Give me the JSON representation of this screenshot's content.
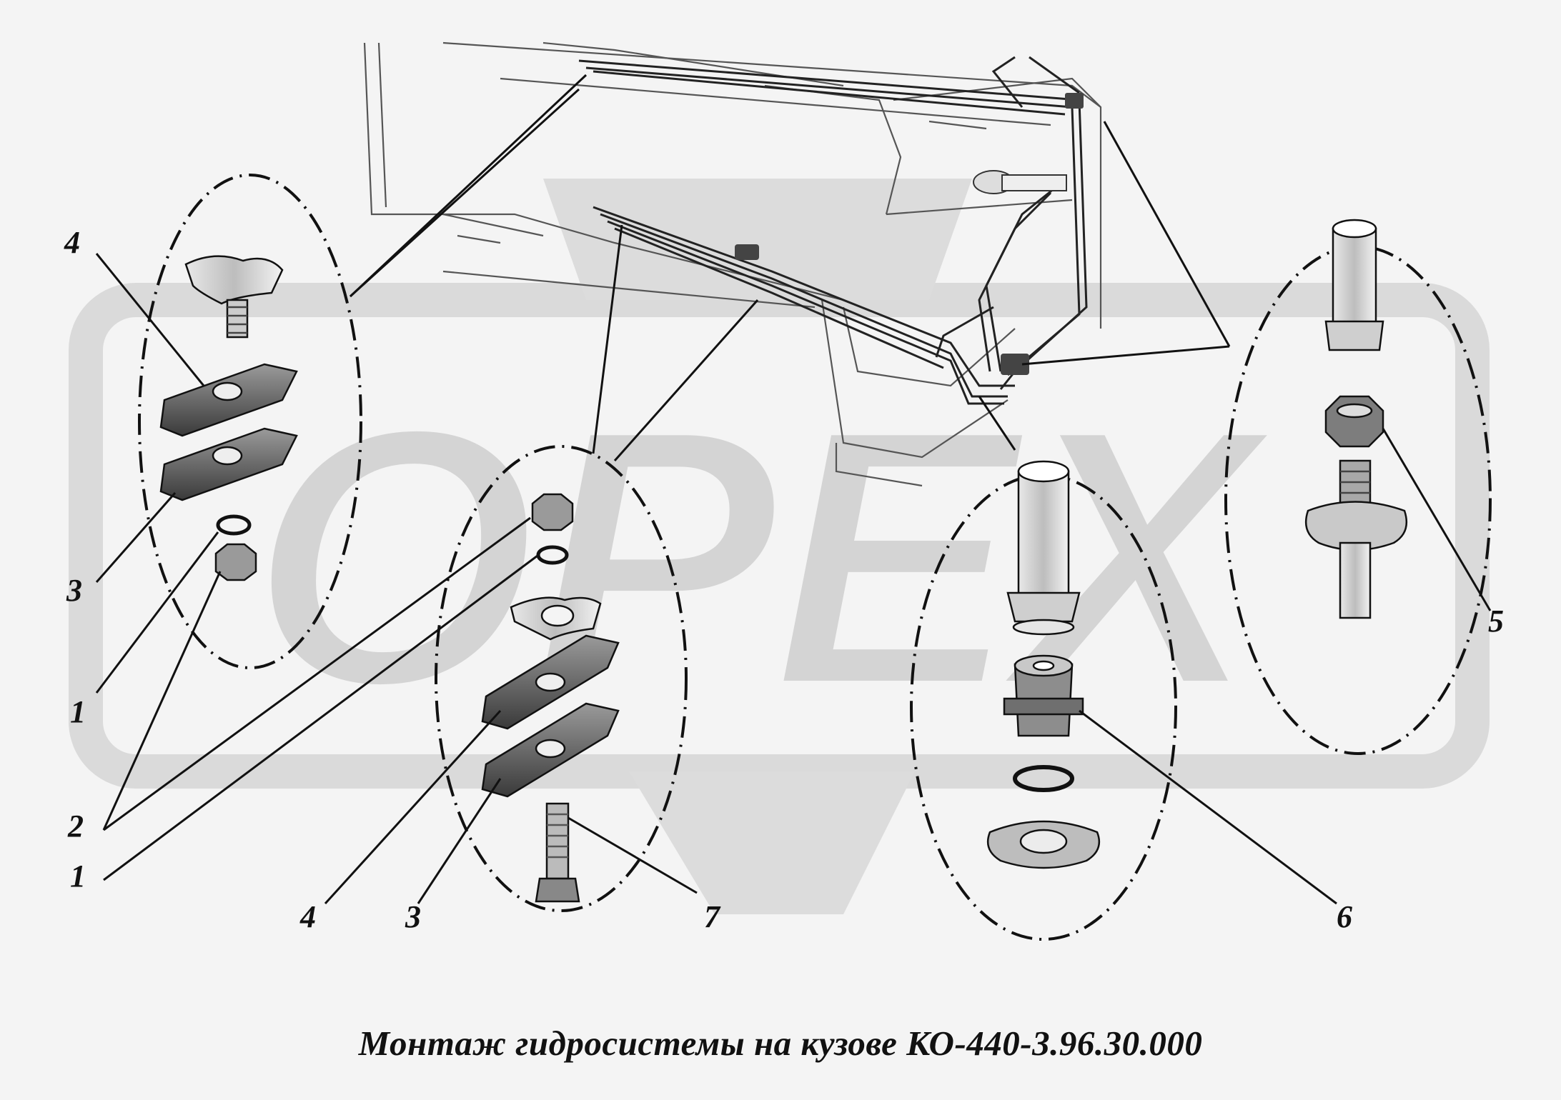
{
  "watermark": {
    "text": "OPEX"
  },
  "callouts": [
    {
      "id": "c4a",
      "label": "4"
    },
    {
      "id": "c3a",
      "label": "3"
    },
    {
      "id": "c1a",
      "label": "1"
    },
    {
      "id": "c2",
      "label": "2"
    },
    {
      "id": "c1b",
      "label": "1"
    },
    {
      "id": "c4b",
      "label": "4"
    },
    {
      "id": "c3b",
      "label": "3"
    },
    {
      "id": "c7",
      "label": "7"
    },
    {
      "id": "c6",
      "label": "6"
    },
    {
      "id": "c5",
      "label": "5"
    }
  ],
  "caption": "Монтаж гидросистемы на кузове КО-440-3.96.30.000",
  "colors": {
    "line": "#1a1a1a",
    "watermark": "#d3d3d3",
    "metal": "#8a8a8a",
    "background": "#f4f4f4"
  }
}
